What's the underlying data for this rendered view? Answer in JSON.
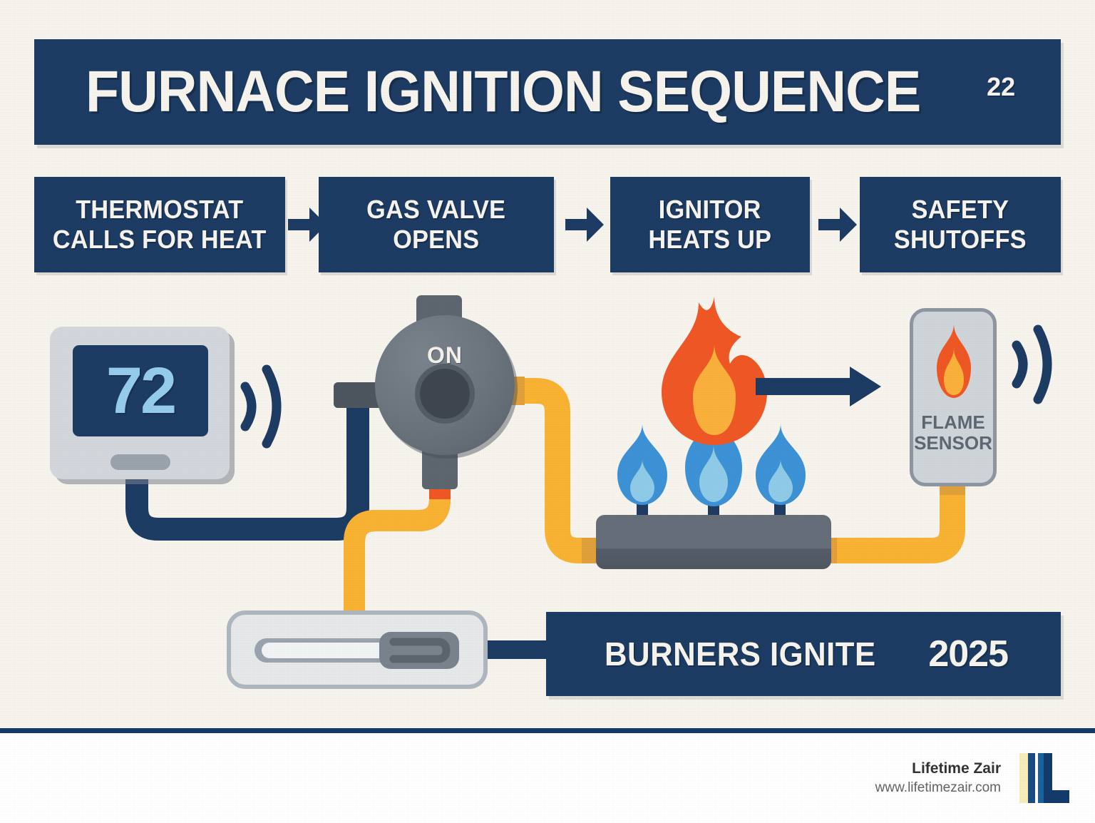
{
  "header": {
    "title": "FURNACE IGNITION SEQUENCE",
    "superscript": "22",
    "bg_color": "#1d3c63",
    "text_color": "#f7f4ee"
  },
  "page": {
    "background_color": "#f7f4ee",
    "accent_navy": "#1d3c63",
    "accent_orange": "#f0892c",
    "accent_yellow": "#f9b233",
    "accent_blue": "#3d92d6",
    "accent_red_orange": "#ef5724",
    "gray_metal": "#656d78"
  },
  "steps": [
    {
      "line1": "THERMOSTAT",
      "line2": "CALLS FOR HEAT"
    },
    {
      "line1": "GAS VALVE",
      "line2": "OPENS"
    },
    {
      "line1": "IGNITOR",
      "line2": "HEATS UP"
    },
    {
      "line1": "SAFETY",
      "line2": "SHUTOFFS"
    }
  ],
  "diagram": {
    "thermostat": {
      "display_value": "72",
      "display_color": "#96ccec",
      "screen_color": "#1d3c63",
      "signal_waves": 2
    },
    "gas_valve": {
      "state_label": "ON",
      "body_color": "#6a727c"
    },
    "ignitor": {
      "type": "hot-surface-ignitor",
      "plate_color": "#e6e8ea"
    },
    "burner": {
      "blue_flames": 3,
      "main_flame_colors": [
        "#ef5724",
        "#fbb03b"
      ],
      "bar_color": "#656d78"
    },
    "flame_sensor": {
      "label_line1": "FLAME",
      "label_line2": "SENSOR",
      "label_color": "#5e6873",
      "signal_waves": 2,
      "flame_colors": [
        "#ef5724",
        "#fbb03b"
      ]
    },
    "pipes": {
      "thermostat_wire_color": "#1d3c63",
      "ignitor_feed_color": "#f9b233",
      "gas_line_color": "#f9b233",
      "valve_outlet_color": "#ef5724"
    }
  },
  "bottom_banner": {
    "label": "BURNERS IGNITE",
    "year": "2025"
  },
  "footer": {
    "brand": "Lifetime Zair",
    "url": "www.lifetimezair.com",
    "logo_letter": "L",
    "logo_navy": "#123a6b",
    "logo_cream": "#f5eeb8"
  }
}
